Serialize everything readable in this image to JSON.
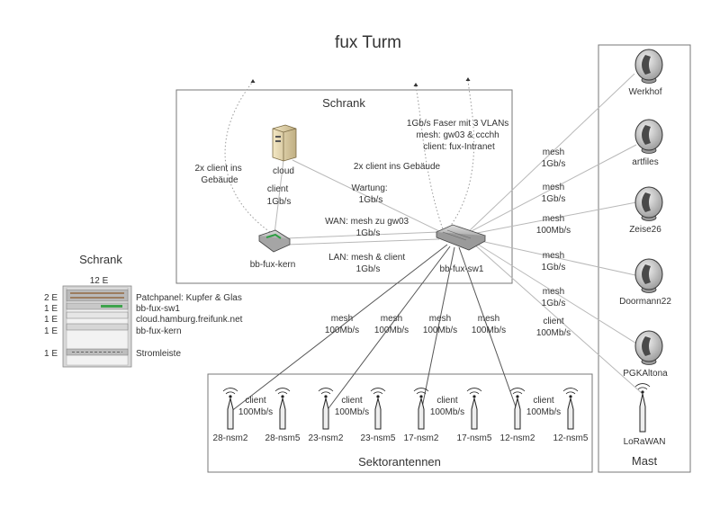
{
  "title": "fux Turm",
  "boxes": {
    "schrank": "Schrank",
    "mast": "Mast",
    "sektor": "Sektorantennen",
    "rack": "Schrank"
  },
  "devices": {
    "cloud": "cloud",
    "kern": "bb-fux-kern",
    "sw1": "bb-fux-sw1"
  },
  "schrank_labels": {
    "client_gebaeude_left": [
      "2x client ins",
      "Gebäude"
    ],
    "client_1g": [
      "client",
      "1Gb/s"
    ],
    "client_gebaeude_mid": "2x client ins Gebäude",
    "faser": [
      "1Gb/s Faser mit 3 VLANs",
      "mesh: gw03 & ccchh",
      "client: fux-Intranet"
    ],
    "wartung": [
      "Wartung:",
      "1Gb/s"
    ],
    "wan": [
      "WAN: mesh zu gw03",
      "1Gb/s"
    ],
    "lan": [
      "LAN: mesh & client",
      "1Gb/s"
    ]
  },
  "mast_nodes": [
    {
      "name": "Werkhof",
      "link": [
        "mesh",
        "1Gb/s"
      ]
    },
    {
      "name": "artfiles",
      "link": [
        "mesh",
        "1Gb/s"
      ]
    },
    {
      "name": "Zeise26",
      "link": [
        "mesh",
        "100Mb/s"
      ]
    },
    {
      "name": "Doormann22",
      "link": [
        "mesh",
        "1Gb/s"
      ]
    },
    {
      "name": "PGKAltona",
      "link": [
        "mesh",
        "1Gb/s"
      ]
    },
    {
      "name": "LoRaWAN",
      "link": [
        "client",
        "100Mb/s"
      ]
    }
  ],
  "sector_links": [
    [
      "mesh",
      "100Mb/s"
    ],
    [
      "mesh",
      "100Mb/s"
    ],
    [
      "mesh",
      "100Mb/s"
    ],
    [
      "mesh",
      "100Mb/s"
    ]
  ],
  "antennas": [
    "28-nsm2",
    "28-nsm5",
    "23-nsm2",
    "23-nsm5",
    "17-nsm2",
    "17-nsm5",
    "12-nsm2",
    "12-nsm5"
  ],
  "antenna_client": [
    "client",
    "100Mb/s"
  ],
  "rack": {
    "size": "12 E",
    "rows": [
      {
        "units": "2 E",
        "label": "Patchpanel: Kupfer & Glas"
      },
      {
        "units": "1 E",
        "label": "bb-fux-sw1"
      },
      {
        "units": "1 E",
        "label": "cloud.hamburg.freifunk.net"
      },
      {
        "units": "1 E",
        "label": "bb-fux-kern"
      },
      {
        "units": "1 E",
        "label": "Stromleiste"
      }
    ]
  }
}
